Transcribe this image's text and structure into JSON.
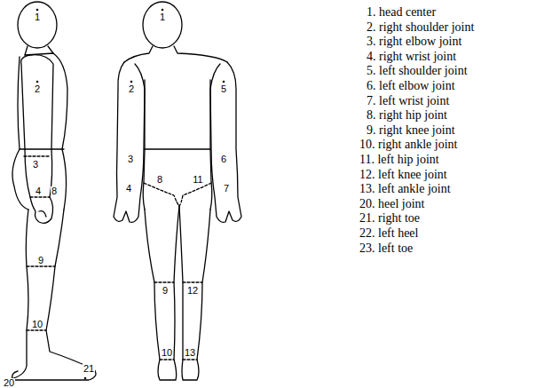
{
  "diagram": {
    "labels": [
      "1",
      "2",
      "3",
      "4",
      "8",
      "9",
      "10",
      "20",
      "21",
      "1",
      "2",
      "5",
      "3",
      "6",
      "8",
      "11",
      "4",
      "7",
      "9",
      "12",
      "10",
      "13",
      "1. head center",
      "2. right shoulder joint",
      "3. right elbow joint",
      "4. right wrist joint",
      "5. left shoulder joint",
      "6. left elbow joint",
      "7. left wrist joint",
      "8. right hip joint",
      "9. right knee joint",
      "10. right ankle joint",
      "11. left hip joint",
      "12. left knee joint",
      "13. left ankle joint",
      "20. heel joint",
      "21. right toe",
      "22. left heel",
      "23. left toe"
    ]
  }
}
